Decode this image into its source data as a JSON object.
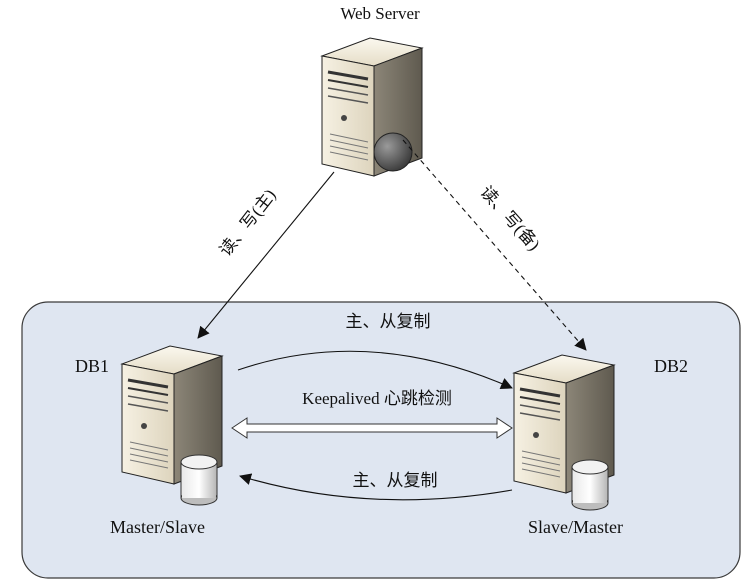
{
  "web_server": {
    "title": "Web Server"
  },
  "db1": {
    "title": "DB1",
    "role": "Master/Slave"
  },
  "db2": {
    "title": "DB2",
    "role": "Slave/Master"
  },
  "links": {
    "primary_rw": "读、写(主)",
    "backup_rw": "读、写(备)",
    "replication_top": "主、从复制",
    "heartbeat": "Keepalived 心跳检测",
    "replication_bottom": "主、从复制"
  },
  "colors": {
    "cluster_fill": "#dfe6f1",
    "cluster_border": "#3a3a3a",
    "server_body": "#ede6d4",
    "server_side": "#7f7a6d",
    "vip_ball": "#555555"
  }
}
